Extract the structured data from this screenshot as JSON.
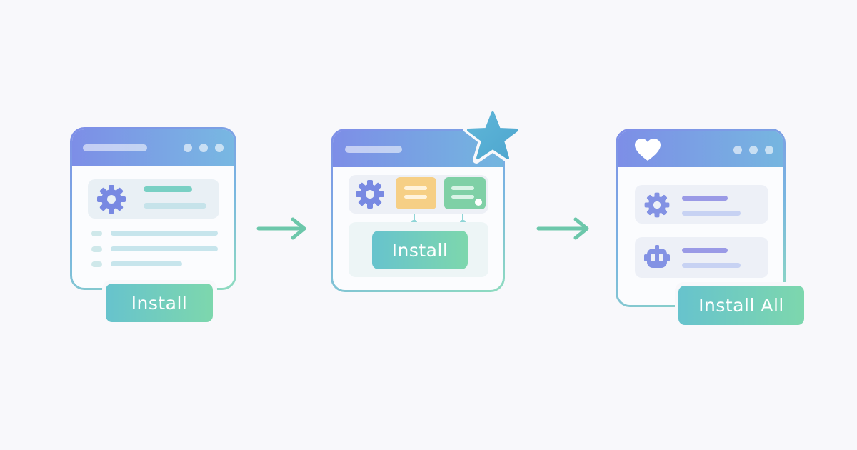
{
  "steps": [
    {
      "button_label": "Install"
    },
    {
      "button_label": "Install"
    },
    {
      "button_label": "Install All"
    }
  ],
  "icons": {
    "step1": "gear-icon",
    "step2": [
      "gear-icon",
      "star-icon",
      "config-card-icon"
    ],
    "step3": [
      "heart-icon",
      "gear-icon",
      "robot-icon"
    ]
  },
  "colors": {
    "purple": "#7b8de6",
    "teal": "#6fcfaa",
    "gold": "#f5cd80",
    "background": "#f8f8fb"
  }
}
